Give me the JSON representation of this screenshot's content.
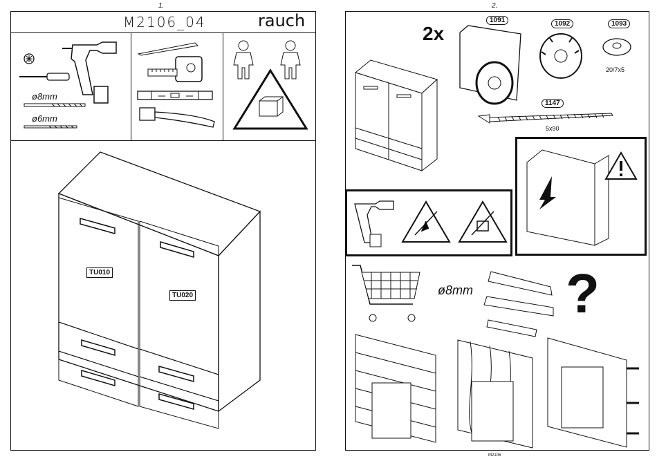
{
  "left_page": {
    "page_number": "1.",
    "model_code": "M2106_04",
    "brand": "rauch",
    "tools": {
      "drill_8": "ø8mm",
      "drill_6": "ø6mm"
    },
    "part_labels": {
      "left_door": "TU010",
      "right_door": "TU020"
    }
  },
  "right_page": {
    "page_number": "2.",
    "quantity": "2x",
    "parts": [
      {
        "code": "1091"
      },
      {
        "code": "1092"
      },
      {
        "code": "1093",
        "spec": "20/7x5"
      },
      {
        "code": "1147",
        "spec": "5x90"
      }
    ],
    "drill_size": "ø8mm",
    "question_mark": "?",
    "footer_code": "M2106"
  }
}
